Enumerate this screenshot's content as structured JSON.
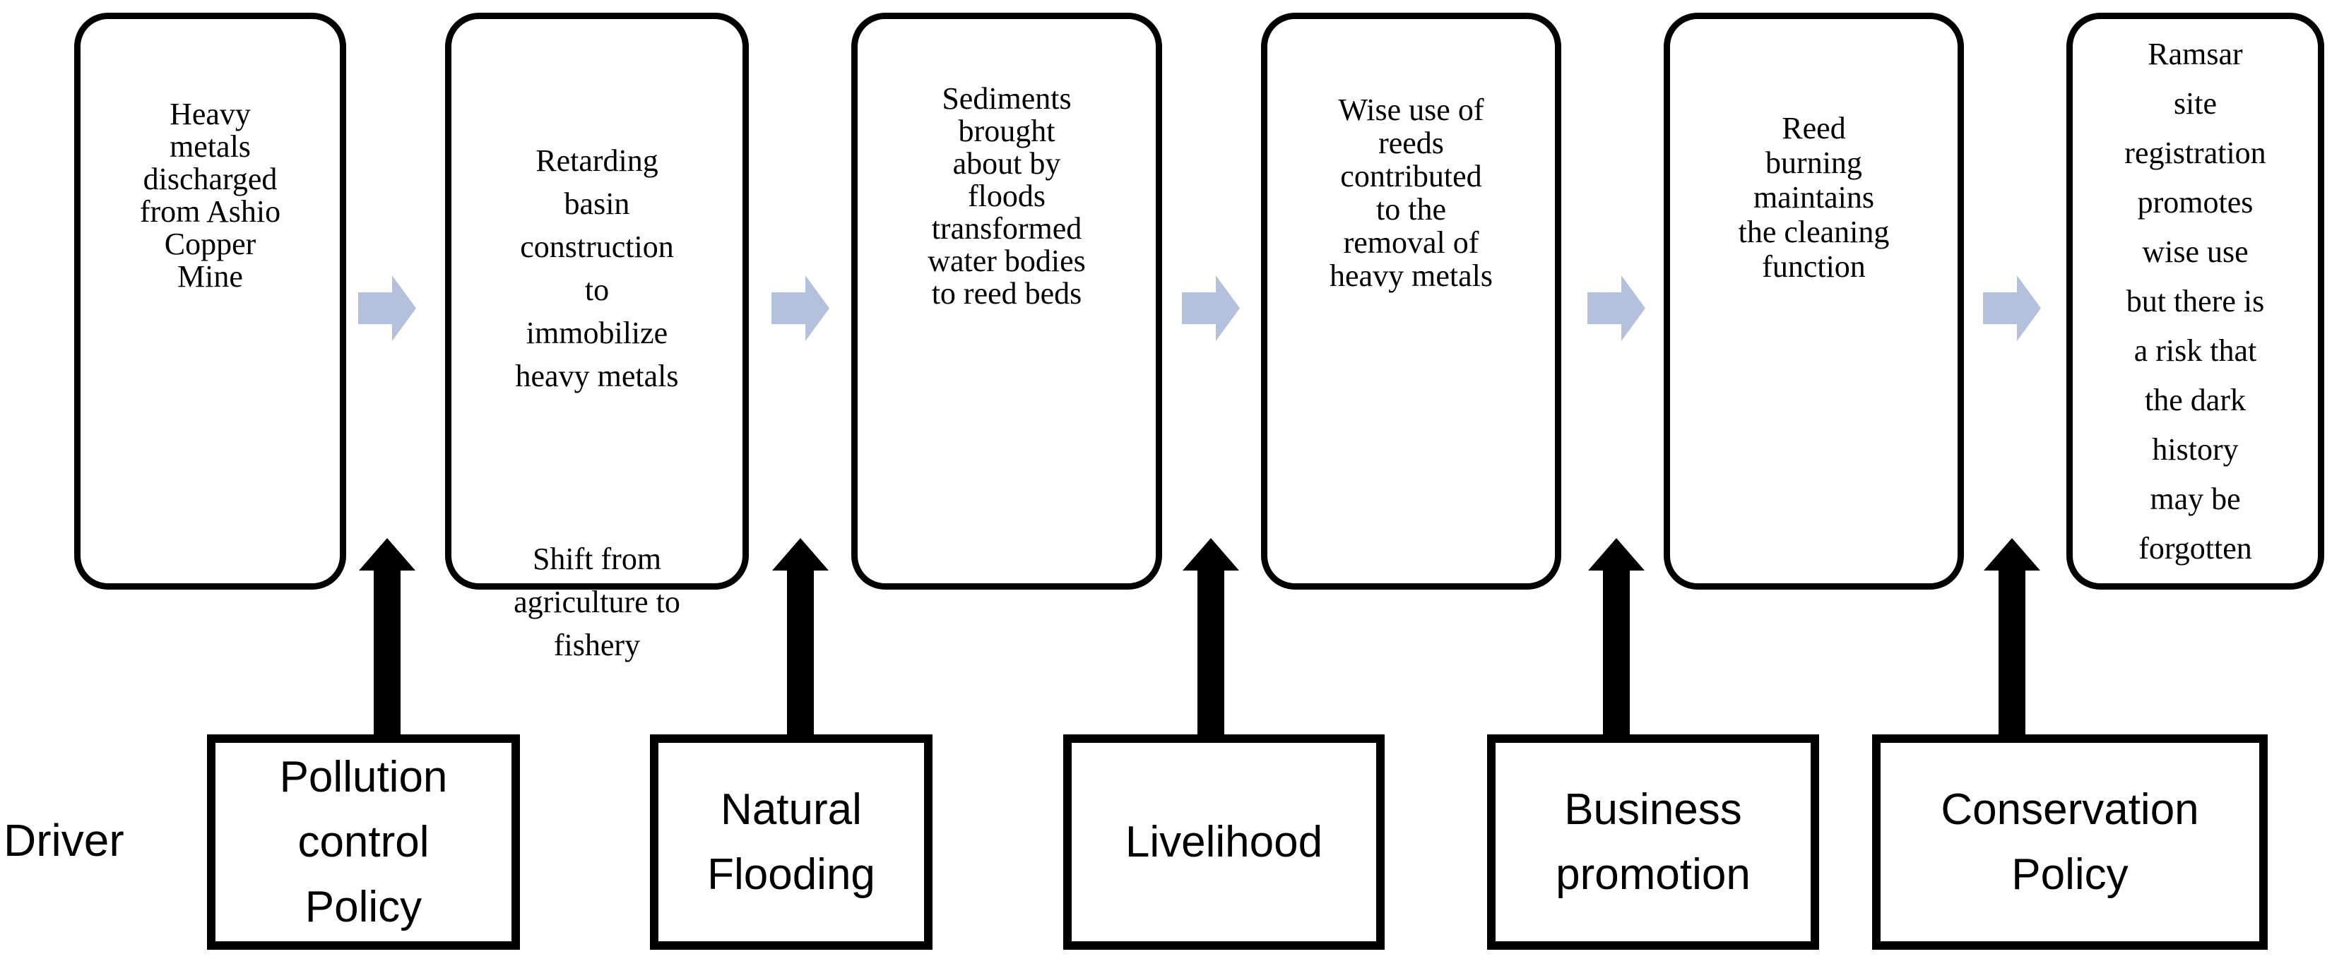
{
  "diagram": {
    "driver_label": "Driver",
    "flow_boxes": [
      {
        "text": "Heavy\nmetals\ndischarged\nfrom Ashio\nCopper\nMine"
      },
      {
        "text": "Retarding\nbasin\nconstruction\nto\nimmobilize\nheavy metals",
        "text2": "Shift from\nagriculture  to\nfishery"
      },
      {
        "text": "Sediments\nbrought\nabout by\nfloods\ntransformed\nwater bodies\nto reed beds"
      },
      {
        "text": "Wise use of\nreeds\ncontributed\nto the\nremoval  of\nheavy metals"
      },
      {
        "text": "Reed\nburning\nmaintains\nthe cleaning\nfunction"
      },
      {
        "text": "Ramsar\nsite\nregistration\npromotes\nwise use\nbut there is\na risk that\nthe dark\nhistory\nmay be\nforgotten"
      }
    ],
    "driver_boxes": [
      {
        "label": "Pollution\ncontrol\nPolicy"
      },
      {
        "label": "Natural\nFlooding"
      },
      {
        "label": "Livelihood"
      },
      {
        "label": "Business\npromotion"
      },
      {
        "label": "Conservation\nPolicy"
      }
    ],
    "icons": {
      "flow_arrow": "right-block-arrow",
      "driver_arrow": "up-block-arrow"
    },
    "colors": {
      "flow_arrow": "#b4c1dd",
      "driver_arrow": "#000000",
      "border": "#000000",
      "text": "#000000",
      "background": "#ffffff"
    }
  }
}
